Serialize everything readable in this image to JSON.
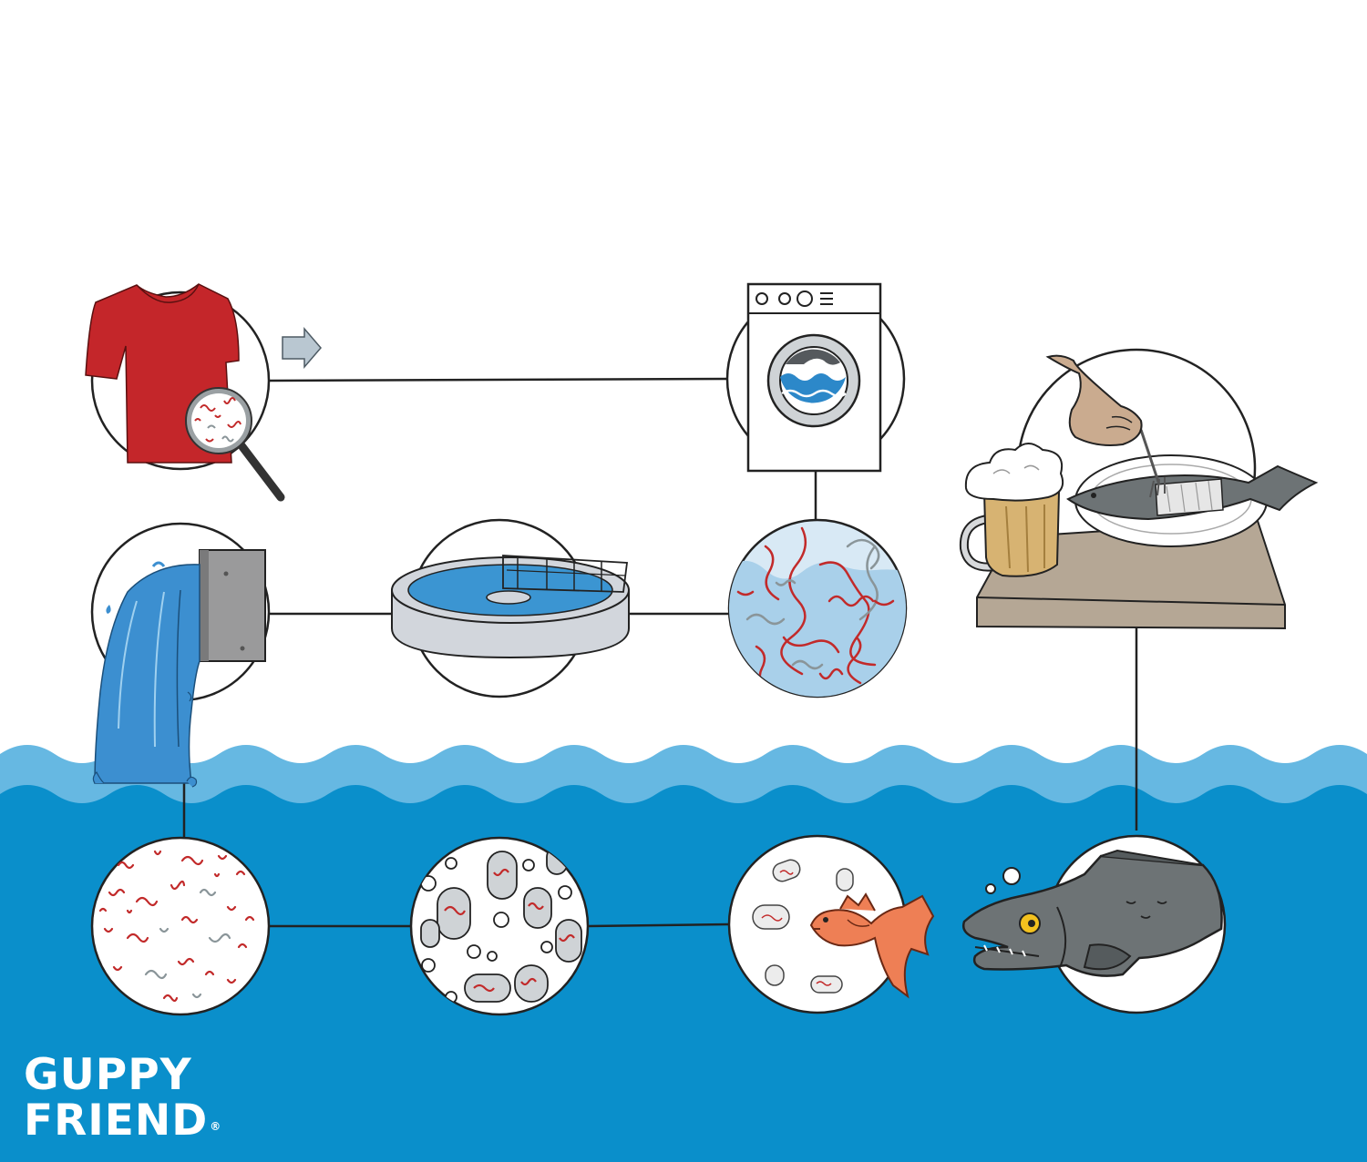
{
  "brand": {
    "line1": "GUPPY",
    "line2": "FRIEND",
    "registered_mark": "®"
  },
  "colors": {
    "deep_water": "#0a8fcb",
    "wave_band": "#66b8e2",
    "pipe_water": "#3c8fd0",
    "fiber_red": "#c22a2a",
    "fiber_gray": "#8a9599",
    "shirt_red": "#c4262a",
    "fish_gray": "#6d7375",
    "orange_fish": "#ee7f55",
    "table_wood": "#b5a795",
    "beer": "#d7b372",
    "line": "#222222"
  },
  "diagram": {
    "steps": [
      {
        "id": "shirt",
        "icon": "shirt-icon",
        "description_hidden": true
      },
      {
        "id": "washing-machine",
        "icon": "washing-machine-icon"
      },
      {
        "id": "microfibers-in-wastewater",
        "icon": "microfiber-closeup-icon"
      },
      {
        "id": "treatment-plant",
        "icon": "treatment-plant-icon"
      },
      {
        "id": "outflow-pipe",
        "icon": "outflow-pipe-icon"
      },
      {
        "id": "fibers-in-ocean",
        "icon": "microfiber-closeup-icon"
      },
      {
        "id": "plankton",
        "icon": "plankton-icon"
      },
      {
        "id": "small-fish-eats",
        "icon": "small-fish-icon"
      },
      {
        "id": "big-fish",
        "icon": "big-fish-icon"
      },
      {
        "id": "dinner-plate",
        "icon": "fish-dinner-icon"
      }
    ],
    "arrow_icon": "arrow-right-icon"
  }
}
